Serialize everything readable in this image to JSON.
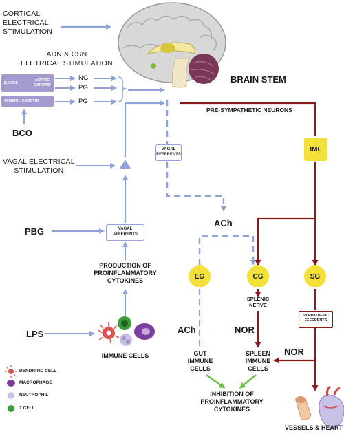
{
  "stimuli": {
    "cortical": "CORTICAL\nELECTRICAL\nSTIMULATION",
    "adn_csn": "ADN & CSN\nELETRICAL STIMULATION",
    "baros": "BAROS",
    "aortic_carotid": "AORTIC\nCAROTID",
    "chemo_carotid": "CHEMO : CAROTID",
    "ng": "NG",
    "pg1": "PG",
    "pg2": "PG",
    "bco": "BCO",
    "vagal_stim": "VAGAL ELECTRICAL\nSTIMULATION",
    "pbg": "PBG",
    "lps": "LPS"
  },
  "brain": {
    "brain_stem": "BRAIN STEM",
    "pre_sympathetic": "PRE-SYMPATHETIC NEURONS"
  },
  "nodes": {
    "iml": "IML",
    "eg": "EG",
    "cg": "CG",
    "sg": "SG"
  },
  "labels": {
    "vagal_efferents": "VAGAL\nEFFERENTS",
    "vagal_afferents": "VAGAL\nAFFERENTS",
    "ach_top": "ACh",
    "production": "PRODUCTION OF\nPROINFLAMMATORY\nCYTOKINES",
    "immune_cells": "IMMUNE CELLS",
    "splenic_nerve": "SPLENIC\nNERVE",
    "sympathetic_efferents": "SYMPATHETIC\nEFFERENTS",
    "ach_gut": "ACh",
    "nor_spleen": "NOR",
    "nor_vessels": "NOR",
    "gut_immune": "GUT\nIMMUNE\nCELLS",
    "spleen_immune": "SPLEEN\nIMMUNE\nCELLS",
    "inhibition": "INHIBITION OF\nPROINFLAMMATORY\nCYTOKINES",
    "vessels_heart": "VESSELS & HEART"
  },
  "legend": [
    {
      "label": "DENDRITIC CELL",
      "color": "#d9534f"
    },
    {
      "label": "MACROPHAGE",
      "color": "#7b3fa0"
    },
    {
      "label": "NEUTROPHIL",
      "color": "#c9c2e6"
    },
    {
      "label": "T CELL",
      "color": "#3f9b3a"
    }
  ],
  "colors": {
    "afferent": "#8fa3d6",
    "sympathetic": "#8b1a1a",
    "node_fill": "#f3e13a",
    "inhibit": "#6fbf4a"
  }
}
